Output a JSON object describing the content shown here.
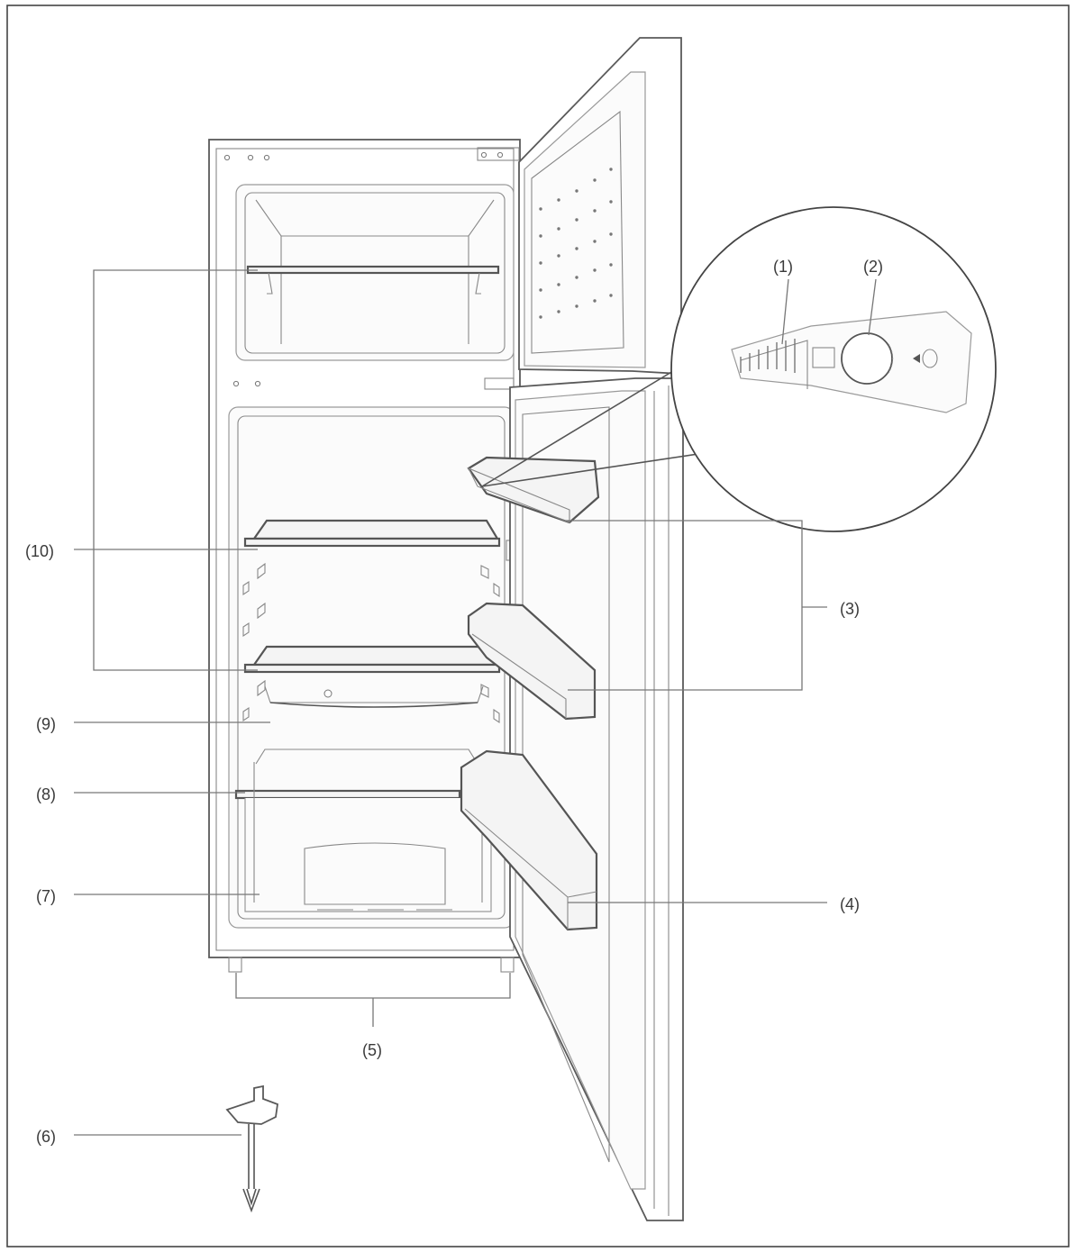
{
  "labels": {
    "control_panel": "(1)",
    "thermostat_knob": "(2)",
    "upper_door_racks": "(3)",
    "bottle_rack": "(4)",
    "adjustable_feet": "(5)",
    "defrost_drain_cleaner": "(6)",
    "crisper": "(7)",
    "crisper_cover": "(8)",
    "water_channel": "(9)",
    "shelves": "(10)"
  },
  "colors": {
    "line": "#555555",
    "frame": "#444444",
    "text": "#3a3a3a"
  }
}
